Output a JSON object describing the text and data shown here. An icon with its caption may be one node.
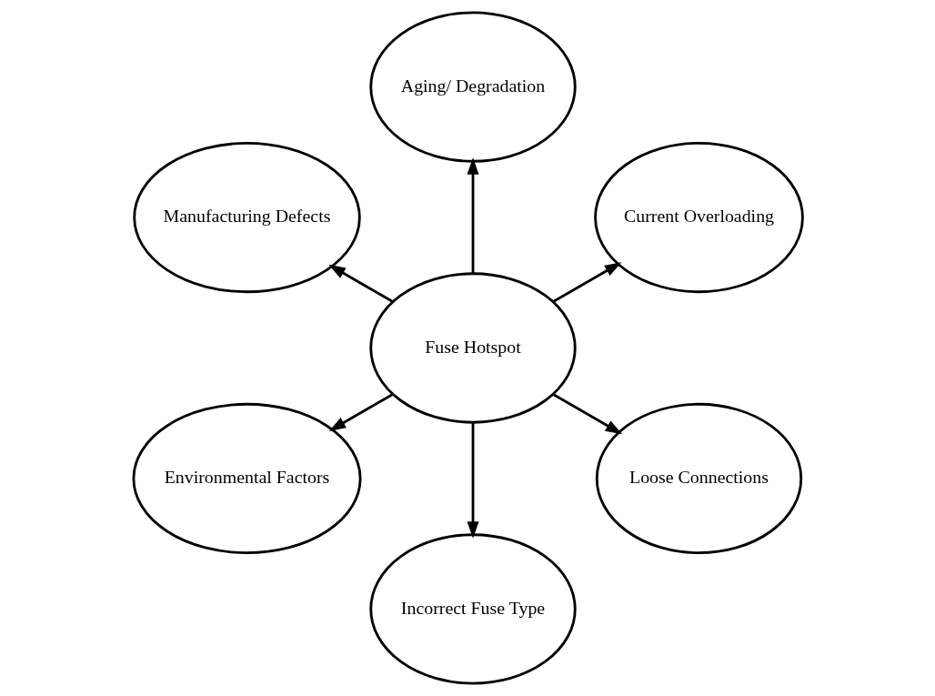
{
  "diagram": {
    "nodes": [
      {
        "text": [
          "Current Overloading"
        ]
      },
      {
        "text": [
          "Aging/ Degradation"
        ]
      },
      {
        "text": [
          "Manufacturing Defects"
        ]
      },
      {
        "text": [
          "Fuse Hotspot"
        ]
      },
      {
        "text": [
          "Environmental Factors"
        ]
      },
      {
        "text": [
          "Incorrect Fuse Type"
        ]
      },
      {
        "text": [
          "Loose Connections"
        ]
      }
    ],
    "edges": [
      {
        "from": 3,
        "to": 0,
        "arrow": "to"
      },
      {
        "from": 3,
        "to": 1,
        "arrow": "to"
      },
      {
        "from": 3,
        "to": 2,
        "arrow": "to"
      },
      {
        "from": 3,
        "to": 4,
        "arrow": "to"
      },
      {
        "from": 3,
        "to": 5,
        "arrow": "to"
      },
      {
        "from": 3,
        "to": 6,
        "arrow": "to"
      }
    ]
  }
}
